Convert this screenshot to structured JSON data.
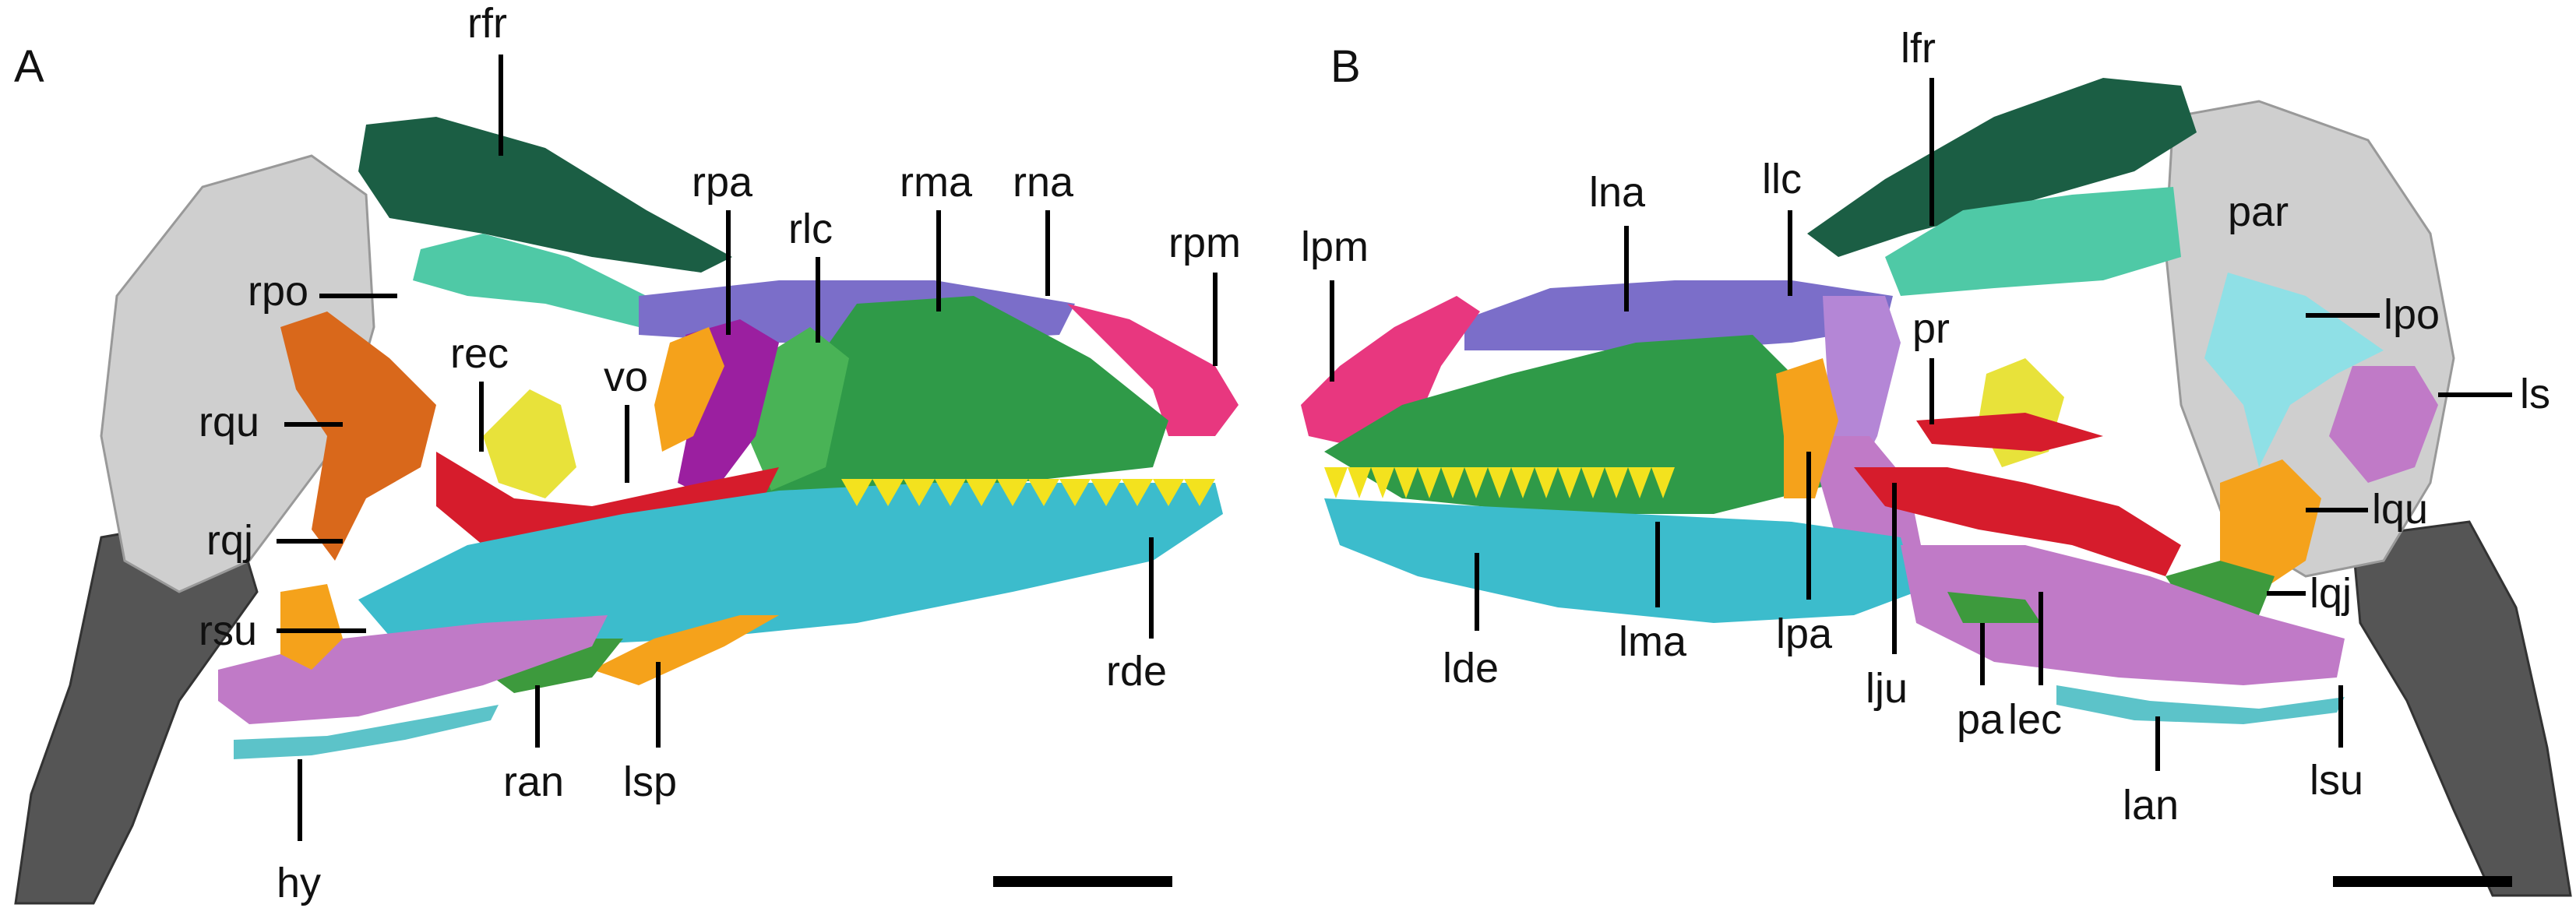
{
  "panels": {
    "a": {
      "letter": "A",
      "labels": {
        "rfr": "rfr",
        "rpo": "rpo",
        "rqu": "rqu",
        "rqj": "rqj",
        "rsu": "rsu",
        "hy": "hy",
        "ran": "ran",
        "lsp": "lsp",
        "rec": "rec",
        "vo": "vo",
        "rpa": "rpa",
        "rlc": "rlc",
        "rma": "rma",
        "rna": "rna",
        "rpm": "rpm",
        "rde": "rde"
      }
    },
    "b": {
      "letter": "B",
      "labels": {
        "lpm": "lpm",
        "lna": "lna",
        "llc": "llc",
        "lfr": "lfr",
        "par": "par",
        "lpo": "lpo",
        "ls": "ls",
        "pr": "pr",
        "lqu": "lqu",
        "lqj": "lqj",
        "lsu": "lsu",
        "lan": "lan",
        "lec": "lec",
        "pa": "pa",
        "lju": "lju",
        "lpa": "lpa",
        "lma": "lma",
        "lde": "lde"
      }
    }
  },
  "bone_colors": {
    "frontal": "#1b5e44",
    "postorbital_jugal": "#4fc9a6",
    "quadrate": "#d9681b",
    "quadratojugal": "#2f8f2f",
    "surangular": "#f5a21b",
    "angular": "#c07ac7",
    "splenial": "#f5a21b",
    "ectopterygoid": "#e8e23a",
    "vomer_pterygoid": "#d61c2c",
    "palatine": "#9b1fa0",
    "lacrimal": "#49b356",
    "maxilla": "#2f9a48",
    "nasal": "#7b6ec9",
    "premaxilla": "#e8377f",
    "dentary": "#3cbccc",
    "teeth": "#f3e21e",
    "braincase": "#cfcfcf",
    "hyoid": "#5cc3c9"
  }
}
